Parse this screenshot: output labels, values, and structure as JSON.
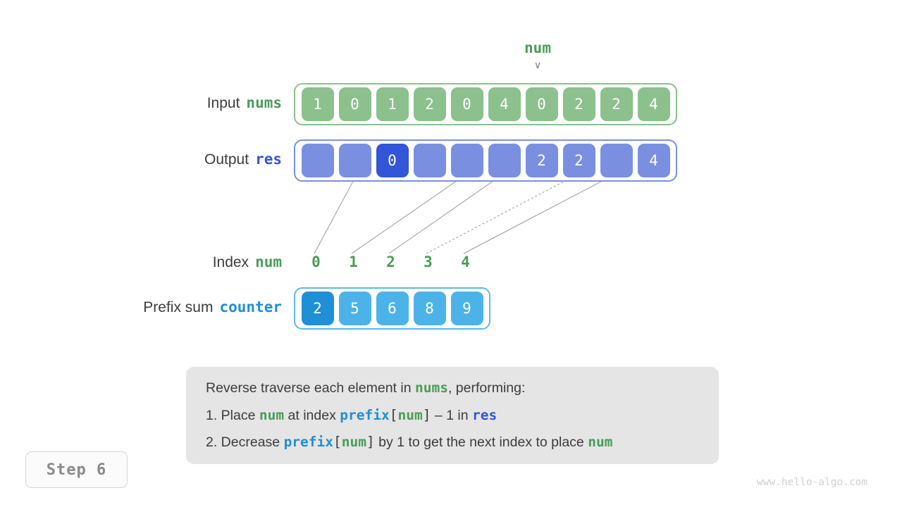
{
  "pointer": {
    "name": "num",
    "arrow": "∨",
    "target_index": 6
  },
  "rows": {
    "input": {
      "label": "Input",
      "code": "nums",
      "values": [
        "1",
        "0",
        "1",
        "2",
        "0",
        "4",
        "0",
        "2",
        "2",
        "4"
      ],
      "highlight_index": -1
    },
    "output": {
      "label": "Output",
      "code": "res",
      "values": [
        "",
        "",
        "0",
        "",
        "",
        "",
        "2",
        "2",
        "",
        "4"
      ],
      "highlight_index": 2
    },
    "index": {
      "label": "Index",
      "code": "num",
      "values": [
        "0",
        "1",
        "2",
        "3",
        "4"
      ]
    },
    "prefix": {
      "label": "Prefix sum",
      "code": "counter",
      "values": [
        "2",
        "5",
        "6",
        "8",
        "9"
      ],
      "highlight_index": 0
    }
  },
  "caption": {
    "line1": {
      "part1": "Reverse traverse each element in ",
      "code1": "nums",
      "part2": ", performing:"
    },
    "line2": {
      "part1": "1. Place ",
      "code1": "num",
      "part2": " at index ",
      "code2": "prefix",
      "bracket_open": "[",
      "code3": "num",
      "bracket_close": "]",
      "part3": " – 1 in ",
      "code4": "res"
    },
    "line3": {
      "part1": "2. Decrease ",
      "code1": "prefix",
      "bracket_open": "[",
      "code2": "num",
      "bracket_close": "]",
      "part2": " by 1 to get the next index to place ",
      "code3": "num"
    }
  },
  "step_badge": "Step 6",
  "watermark": "www.hello-algo.com",
  "colors": {
    "green": "#8cc08c",
    "green_text": "#4a9c59",
    "indigo": "#7b8fe0",
    "indigo_highlight": "#3355d8",
    "cyan": "#4cb3e8",
    "cyan_highlight": "#1f8fd6",
    "connector": "#9a9a9a",
    "caption_bg": "#e5e5e5"
  }
}
